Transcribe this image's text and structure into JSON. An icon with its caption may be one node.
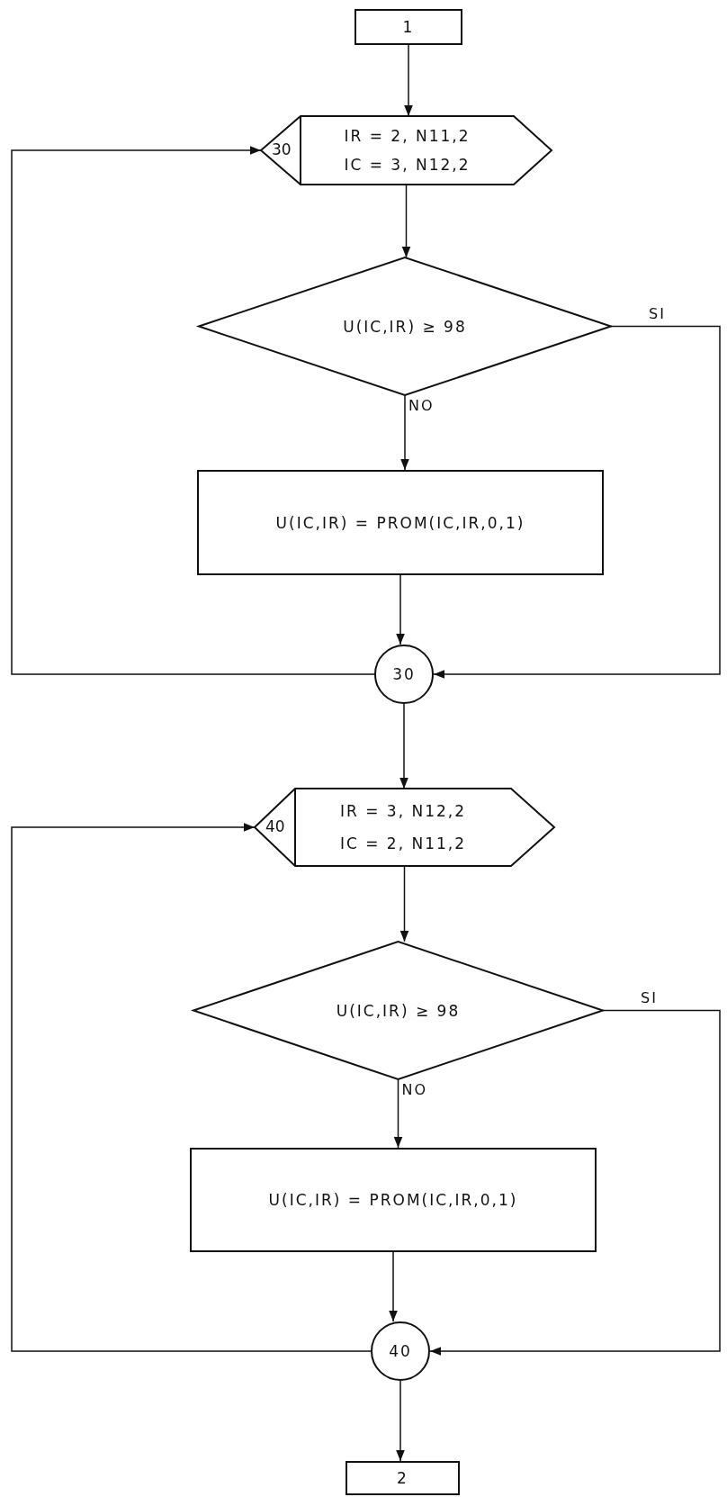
{
  "diagram": {
    "nodes": [
      {
        "text": [
          "1"
        ]
      },
      {
        "text": [
          "30",
          "IR = 2, N11,2",
          "IC = 3, N12,2"
        ]
      },
      {
        "text": [
          "U(IC,IR) ≥ 98"
        ]
      },
      {
        "text": [
          "U(IC,IR) = PROM(IC,IR,0,1)"
        ]
      },
      {
        "text": [
          "30"
        ]
      },
      {
        "text": [
          "40",
          "IR = 3, N12,2",
          "IC = 2, N11,2"
        ]
      },
      {
        "text": [
          "U(IC,IR) ≥ 98"
        ]
      },
      {
        "text": [
          "U(IC,IR) = PROM(IC,IR,0,1)"
        ]
      },
      {
        "text": [
          "40"
        ]
      },
      {
        "text": [
          "2"
        ]
      }
    ],
    "edges": [
      {
        "from": 0,
        "to": 1,
        "arrow": "to"
      },
      {
        "from": 1,
        "to": 2,
        "arrow": "to"
      },
      {
        "from": 2,
        "to": 3,
        "arrow": "to",
        "label": "NO"
      },
      {
        "from": 3,
        "to": 4,
        "arrow": "to"
      },
      {
        "from": 2,
        "to": 4,
        "arrow": "to",
        "label": "SI"
      },
      {
        "from": 4,
        "to": 1,
        "arrow": "to"
      },
      {
        "from": 4,
        "to": 5,
        "arrow": "to"
      },
      {
        "from": 5,
        "to": 6,
        "arrow": "to"
      },
      {
        "from": 6,
        "to": 7,
        "arrow": "to",
        "label": "NO"
      },
      {
        "from": 7,
        "to": 8,
        "arrow": "to"
      },
      {
        "from": 6,
        "to": 8,
        "arrow": "to",
        "label": "SI"
      },
      {
        "from": 8,
        "to": 5,
        "arrow": "to"
      },
      {
        "from": 8,
        "to": 9,
        "arrow": "to"
      }
    ]
  }
}
